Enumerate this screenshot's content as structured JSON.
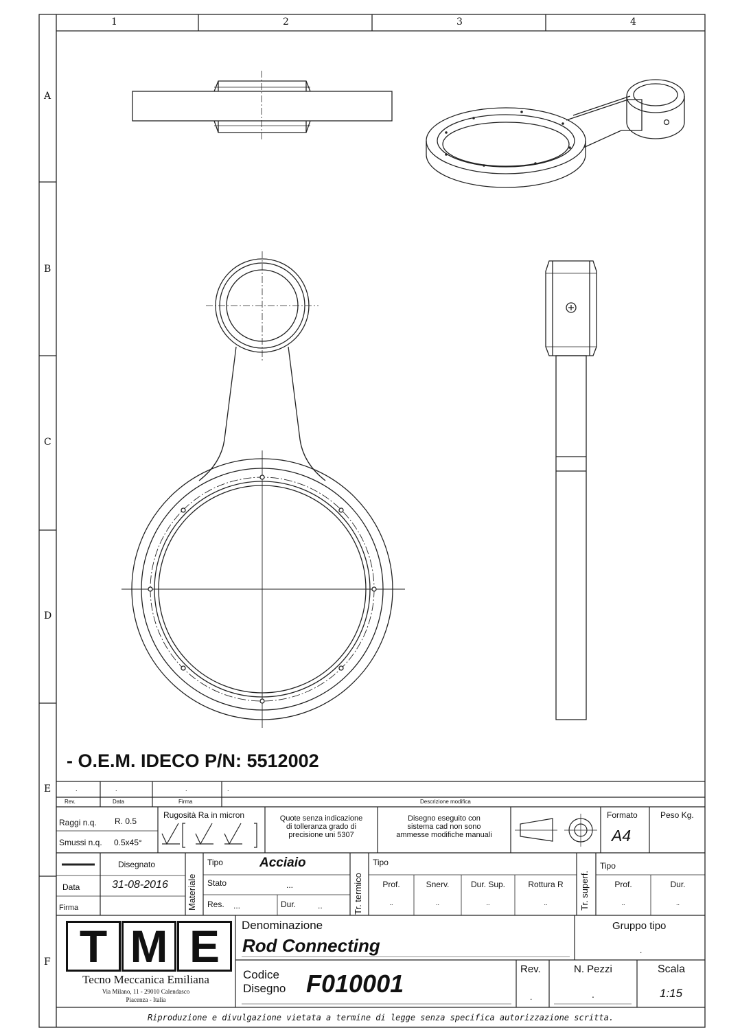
{
  "grid": {
    "columns": [
      "1",
      "2",
      "3",
      "4"
    ],
    "rows": [
      "A",
      "B",
      "C",
      "D",
      "E",
      "F"
    ]
  },
  "oem": "- O.E.M. IDECO P/N: 5512002",
  "revision_table": {
    "cells": [
      ".",
      ".",
      ".",
      "."
    ],
    "headers": [
      "Rev.",
      "Data",
      "Firma",
      "Descrizione modifica"
    ]
  },
  "tolerances": {
    "raggi_label": "Raggi n.q.",
    "raggi_value": "R. 0.5",
    "smussi_label": "Smussi n.q.",
    "smussi_value": "0.5x45°",
    "rugosita_label": "Rugosità Ra in micron",
    "quote_note": [
      "Quote senza indicazione",
      "di tolleranza grado di",
      "precisione uni 5307"
    ],
    "cad_note": [
      "Disegno eseguito con",
      "sistema cad non sono",
      "ammesse modifiche manuali"
    ],
    "formato_label": "Formato",
    "formato_value": "A4",
    "peso_label": "Peso Kg."
  },
  "drawing_info": {
    "disegnato_label": "Disegnato",
    "data_label": "Data",
    "data_value": "31-08-2016",
    "firma_label": "Firma"
  },
  "material": {
    "section_label": "Materiale",
    "tipo_label": "Tipo",
    "tipo_value": "Acciaio",
    "stato_label": "Stato",
    "stato_value": "...",
    "res_label": "Res.",
    "res_value": "...",
    "dur_label": "Dur.",
    "dur_value": ".."
  },
  "heat_treatment": {
    "section_label": "Tr. termico",
    "tipo_label": "Tipo",
    "cols": [
      "Prof.",
      "Snerv.",
      "Dur. Sup.",
      "Rottura R"
    ],
    "values": [
      "..",
      "..",
      "..",
      ".."
    ]
  },
  "surface_treatment": {
    "section_label": "Tr. superf.",
    "tipo_label": "Tipo",
    "cols": [
      "Prof.",
      "Dur."
    ],
    "values": [
      "..",
      ".."
    ]
  },
  "company": {
    "logo_letters": [
      "T",
      "M",
      "E"
    ],
    "name": "Tecno Meccanica Emiliana",
    "address": "Via Milano, 11 - 29010 Calendasco",
    "city": "Piacenza - Italia"
  },
  "title_block": {
    "denominazione_label": "Denominazione",
    "denominazione_value": "Rod Connecting",
    "gruppo_label": "Gruppo tipo",
    "gruppo_value": ".",
    "codice_label_1": "Codice",
    "codice_label_2": "Disegno",
    "codice_value": "F010001",
    "rev_label": "Rev.",
    "rev_value": ".",
    "pezzi_label": "N. Pezzi",
    "pezzi_value": ".",
    "scala_label": "Scala",
    "scala_value": "1:15"
  },
  "footer": "Riproduzione e divulgazione vietata a termine di legge senza specifica autorizzazione scritta."
}
